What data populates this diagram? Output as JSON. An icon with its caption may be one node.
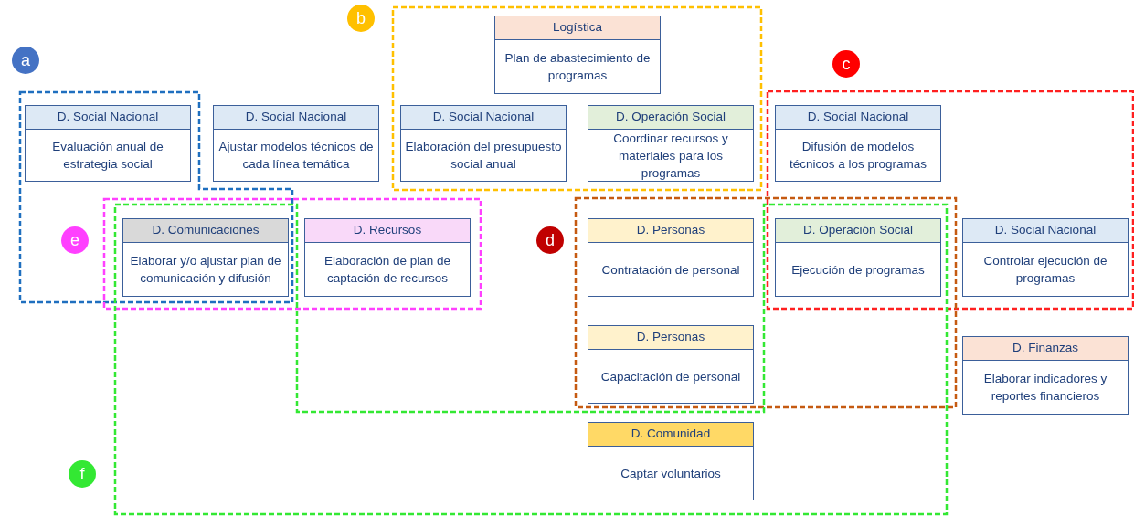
{
  "diagram": {
    "nodes": [
      {
        "text": [
          "b"
        ]
      },
      {
        "text": [
          "Logística",
          "Plan de abastecimiento de programas"
        ]
      },
      {
        "text": [
          "a"
        ]
      },
      {
        "text": [
          "c"
        ]
      },
      {
        "text": [
          "D. Social Nacional",
          "Evaluación anual de estrategia social"
        ]
      },
      {
        "text": [
          "D. Social Nacional",
          "Ajustar modelos técnicos de cada línea temática"
        ]
      },
      {
        "text": [
          "D. Social Nacional",
          "Elaboración del presupuesto social anual"
        ]
      },
      {
        "text": [
          "D. Operación Social",
          "Coordinar recursos y materiales para los programas"
        ]
      },
      {
        "text": [
          "D. Social Nacional",
          "Difusión de modelos técnicos a los programas"
        ]
      },
      {
        "text": [
          "e"
        ]
      },
      {
        "text": [
          "D. Comunicaciones",
          "Elaborar y/o ajustar plan de comunicación y difusión"
        ]
      },
      {
        "text": [
          "D. Recursos",
          "Elaboración de plan de captación de recursos"
        ]
      },
      {
        "text": [
          "d"
        ]
      },
      {
        "text": [
          "D. Personas",
          "Contratación de personal"
        ]
      },
      {
        "text": [
          "D. Operación Social",
          "Ejecución de programas"
        ]
      },
      {
        "text": [
          "D. Social Nacional",
          "Controlar ejecución de programas"
        ]
      },
      {
        "text": [
          "D. Personas",
          "Capacitación de personal"
        ]
      },
      {
        "text": [
          "D. Finanzas",
          "Elaborar indicadores y reportes financieros"
        ]
      },
      {
        "text": [
          "f"
        ]
      },
      {
        "text": [
          "D. Comunidad",
          "Captar voluntarios"
        ]
      }
    ]
  }
}
